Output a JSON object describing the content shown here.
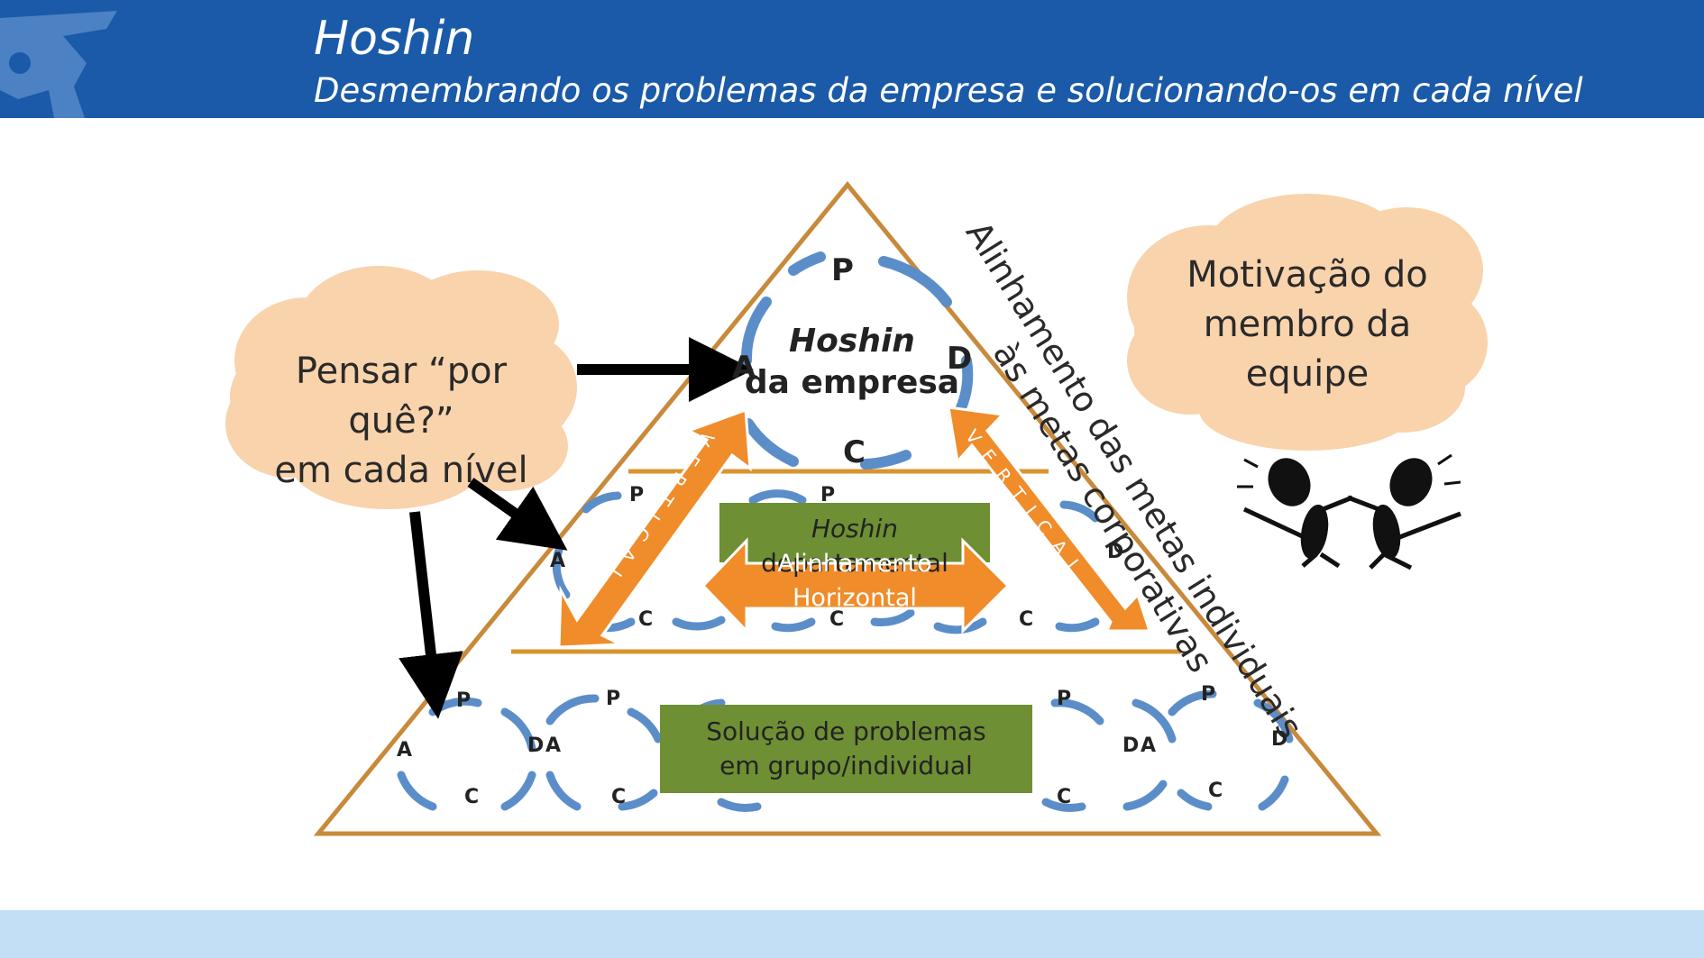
{
  "header": {
    "title": "Hoshin",
    "subtitle": "Desmembrando os problemas da empresa e solucionando-os em cada nível"
  },
  "clouds": {
    "left": [
      "Pensar “por quê?”",
      "em cada nível"
    ],
    "right": [
      "Motivação do",
      "membro da",
      "equipe"
    ]
  },
  "pyramid": {
    "top_label": [
      "Hoshin",
      "da empresa"
    ],
    "middle_label_italic": "Hoshin",
    "middle_label_rest": " departamental",
    "horizontal_label": [
      "Alinhamento",
      "Horizontal"
    ],
    "bottom_label": [
      "Solução de problemas",
      "em grupo/individual"
    ],
    "vertical_word": "VERTICAL"
  },
  "side_text": [
    "Alinhamento das metas individuais",
    "às metas corporativas"
  ],
  "pdca": {
    "p": "P",
    "d": "D",
    "c": "C",
    "a": "A"
  },
  "colors": {
    "header": "#1a5aa8",
    "footer": "#c2dff5",
    "cloud": "#f9d3ac",
    "triangle_line": "#c88a3a",
    "arrow_orange": "#f08c2a",
    "green_box": "#6f8f34",
    "cycle_arrow": "#5b8ec9"
  }
}
